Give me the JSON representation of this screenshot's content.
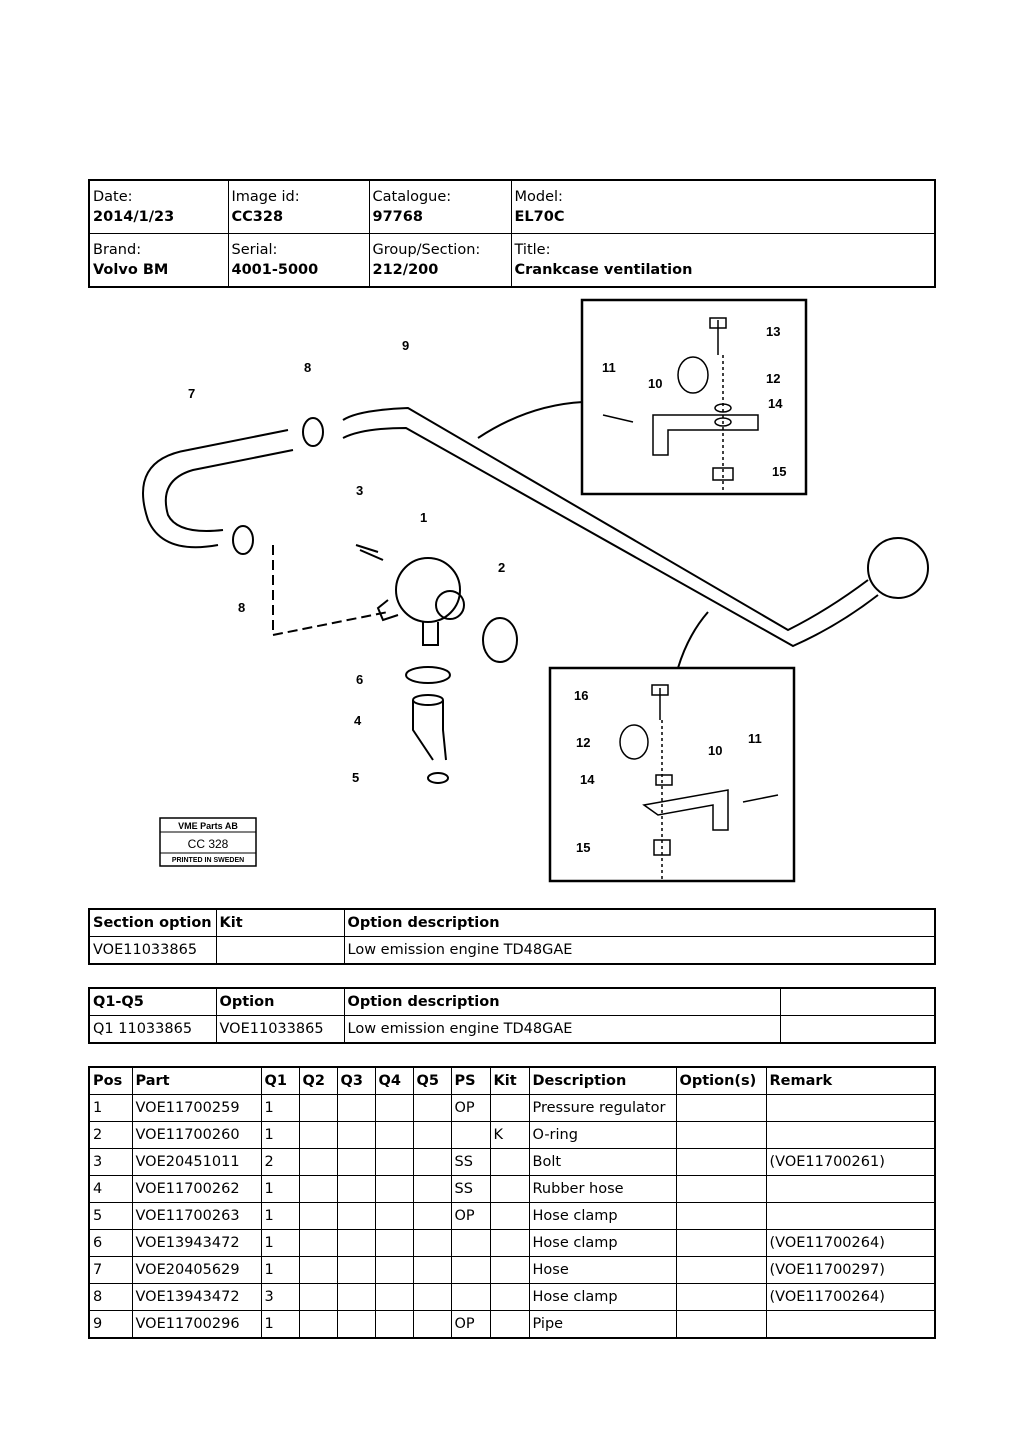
{
  "header": {
    "date_label": "Date:",
    "date": "2014/1/23",
    "image_id_label": "Image id:",
    "image_id": "CC328",
    "catalogue_label": "Catalogue:",
    "catalogue": "97768",
    "model_label": "Model:",
    "model": "EL70C",
    "brand_label": "Brand:",
    "brand": "Volvo BM",
    "serial_label": "Serial:",
    "serial": "4001-5000",
    "group_label": "Group/Section:",
    "group": "212/200",
    "title_label": "Title:",
    "title": "Crankcase ventilation"
  },
  "diagram": {
    "callouts": [
      "1",
      "2",
      "3",
      "4",
      "5",
      "6",
      "7",
      "8",
      "8",
      "9",
      "10",
      "11",
      "12",
      "13",
      "14",
      "15",
      "16",
      "12",
      "14",
      "15",
      "10",
      "11"
    ],
    "stamp": {
      "line1": "VME Parts AB",
      "line2": "CC 328",
      "line3": "PRINTED IN SWEDEN"
    }
  },
  "section_options": {
    "headers": [
      "Section option",
      "Kit",
      "Option description"
    ],
    "rows": [
      [
        "VOE11033865",
        "",
        "Low emission engine TD48GAE"
      ]
    ]
  },
  "q_options": {
    "headers": [
      "Q1-Q5",
      "Option",
      "Option description",
      ""
    ],
    "rows": [
      [
        "Q1 11033865",
        "VOE11033865",
        "Low emission engine TD48GAE",
        ""
      ]
    ]
  },
  "parts": {
    "headers": [
      "Pos",
      "Part",
      "Q1",
      "Q2",
      "Q3",
      "Q4",
      "Q5",
      "PS",
      "Kit",
      "Description",
      "Option(s)",
      "Remark"
    ],
    "rows": [
      [
        "1",
        "VOE11700259",
        "1",
        "",
        "",
        "",
        "",
        "OP",
        "",
        "Pressure regulator",
        "",
        ""
      ],
      [
        "2",
        "VOE11700260",
        "1",
        "",
        "",
        "",
        "",
        "",
        "K",
        "O-ring",
        "",
        ""
      ],
      [
        "3",
        "VOE20451011",
        "2",
        "",
        "",
        "",
        "",
        "SS",
        "",
        "Bolt",
        "",
        "(VOE11700261)"
      ],
      [
        "4",
        "VOE11700262",
        "1",
        "",
        "",
        "",
        "",
        "SS",
        "",
        "Rubber hose",
        "",
        ""
      ],
      [
        "5",
        "VOE11700263",
        "1",
        "",
        "",
        "",
        "",
        "OP",
        "",
        "Hose clamp",
        "",
        ""
      ],
      [
        "6",
        "VOE13943472",
        "1",
        "",
        "",
        "",
        "",
        "",
        "",
        "Hose clamp",
        "",
        "(VOE11700264)"
      ],
      [
        "7",
        "VOE20405629",
        "1",
        "",
        "",
        "",
        "",
        "",
        "",
        "Hose",
        "",
        "(VOE11700297)"
      ],
      [
        "8",
        "VOE13943472",
        "3",
        "",
        "",
        "",
        "",
        "",
        "",
        "Hose clamp",
        "",
        "(VOE11700264)"
      ],
      [
        "9",
        "VOE11700296",
        "1",
        "",
        "",
        "",
        "",
        "OP",
        "",
        "Pipe",
        "",
        ""
      ]
    ]
  }
}
